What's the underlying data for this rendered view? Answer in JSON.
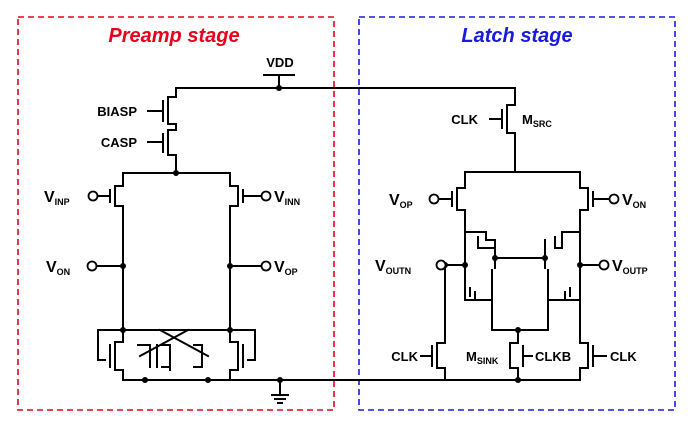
{
  "colors": {
    "preamp": "#e8001c",
    "latch": "#1a1adf",
    "wire": "#000000"
  },
  "preamp": {
    "title": "Preamp stage"
  },
  "latch": {
    "title": "Latch stage"
  },
  "labels": {
    "vdd": "VDD",
    "biasp": "BIASP",
    "casp": "CASP",
    "clk_top": "CLK",
    "msrc_main": "M",
    "msrc_sub": "SRC",
    "v_inp_main": "V",
    "v_inp_sub": "INP",
    "v_inn_main": "V",
    "v_inn_sub": "INN",
    "v_on_pre_main": "V",
    "v_on_pre_sub": "ON",
    "v_op_pre_main": "V",
    "v_op_pre_sub": "OP",
    "v_op_lat_main": "V",
    "v_op_lat_sub": "OP",
    "v_on_lat_main": "V",
    "v_on_lat_sub": "ON",
    "v_outn_main": "V",
    "v_outn_sub": "OUTN",
    "v_outp_main": "V",
    "v_outp_sub": "OUTP",
    "clk_left": "CLK",
    "msink_main": "M",
    "msink_sub": "SINK",
    "clkb": "CLKB",
    "clk_right": "CLK"
  }
}
